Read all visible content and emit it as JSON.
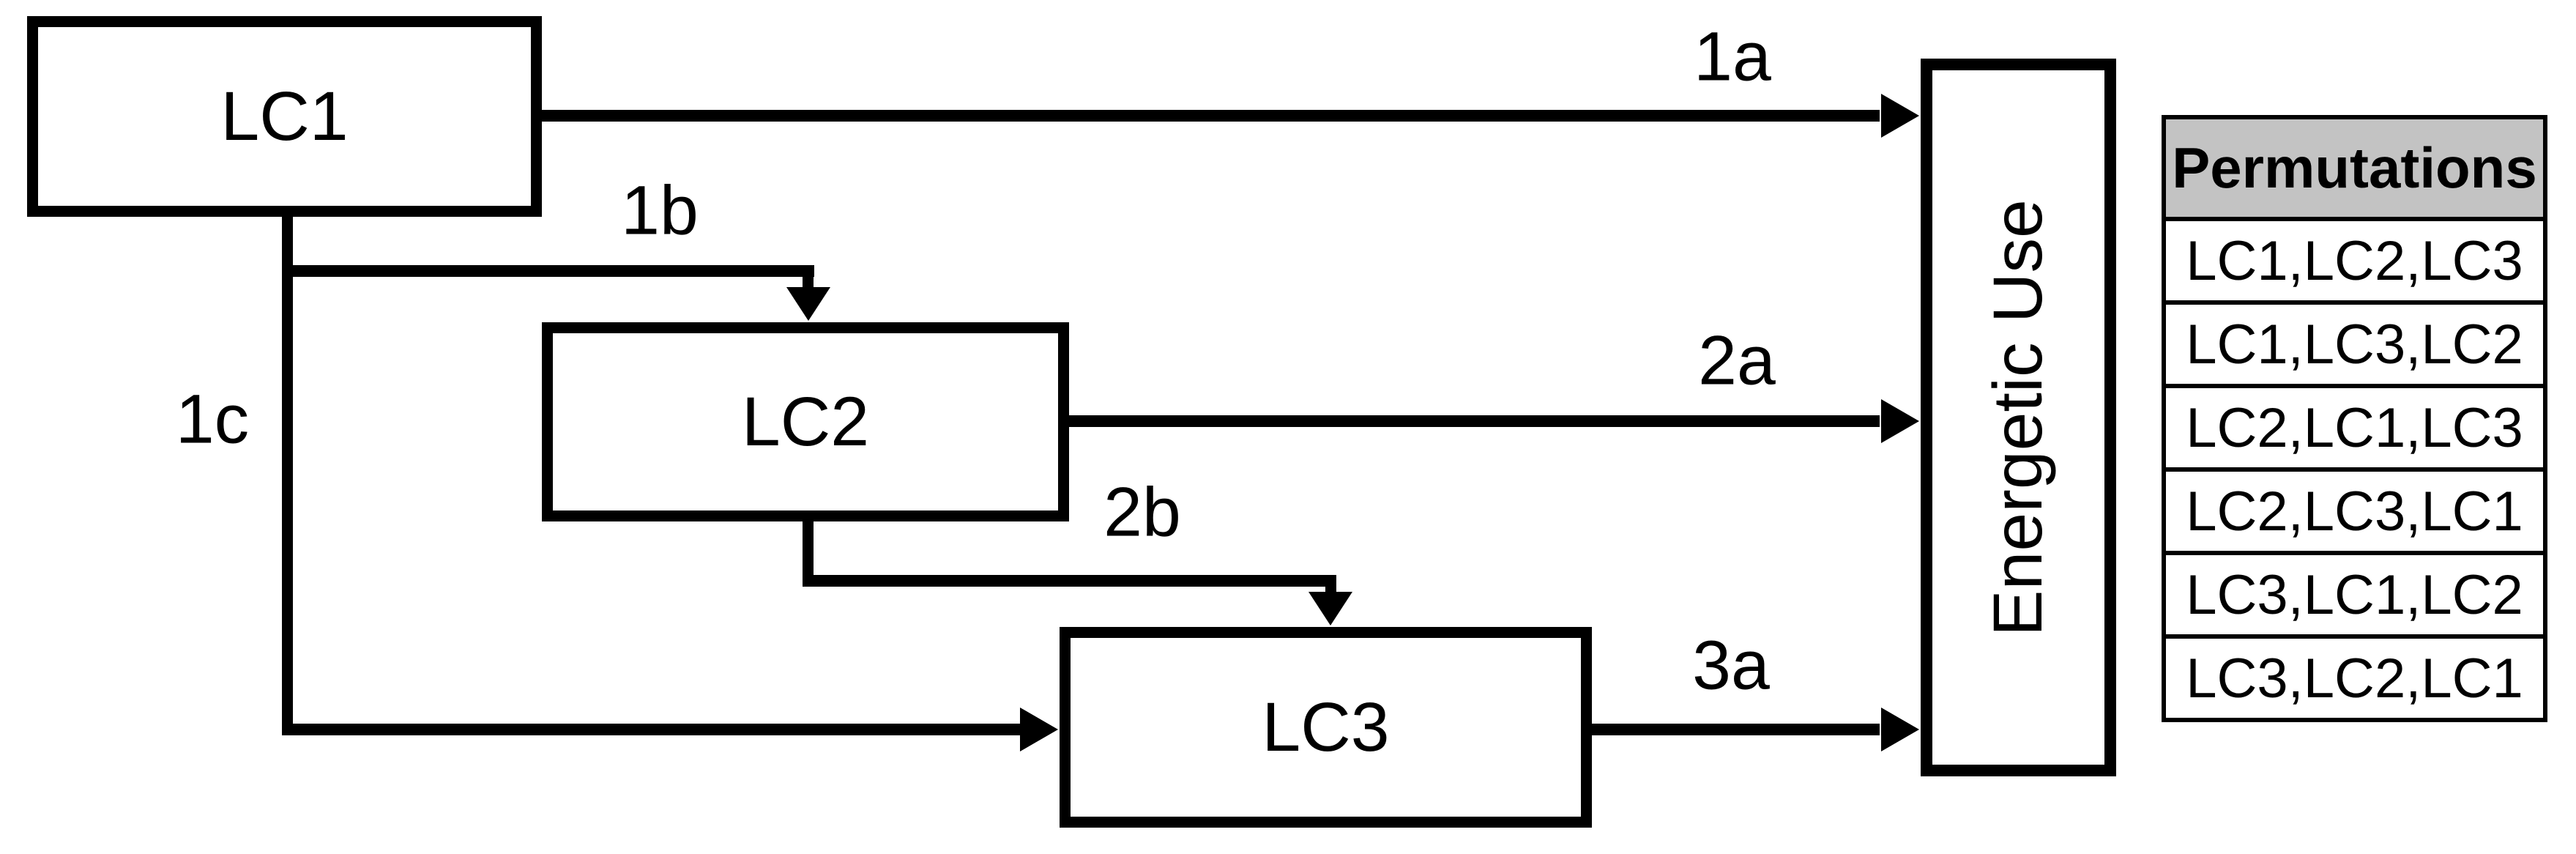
{
  "diagram": {
    "nodes": {
      "lc1": "LC1",
      "lc2": "LC2",
      "lc3": "LC3",
      "sink": "Energetic Use"
    },
    "edge_labels": {
      "e1a": "1a",
      "e1b": "1b",
      "e1c": "1c",
      "e2a": "2a",
      "e2b": "2b",
      "e3a": "3a"
    }
  },
  "table": {
    "header": "Permutations",
    "rows": [
      "LC1,LC2,LC3",
      "LC1,LC3,LC2",
      "LC2,LC1,LC3",
      "LC2,LC3,LC1",
      "LC3,LC1,LC2",
      "LC3,LC2,LC1"
    ]
  },
  "colors": {
    "line": "#000000",
    "background": "#ffffff",
    "table_header_bg": "#c3c3c3"
  }
}
